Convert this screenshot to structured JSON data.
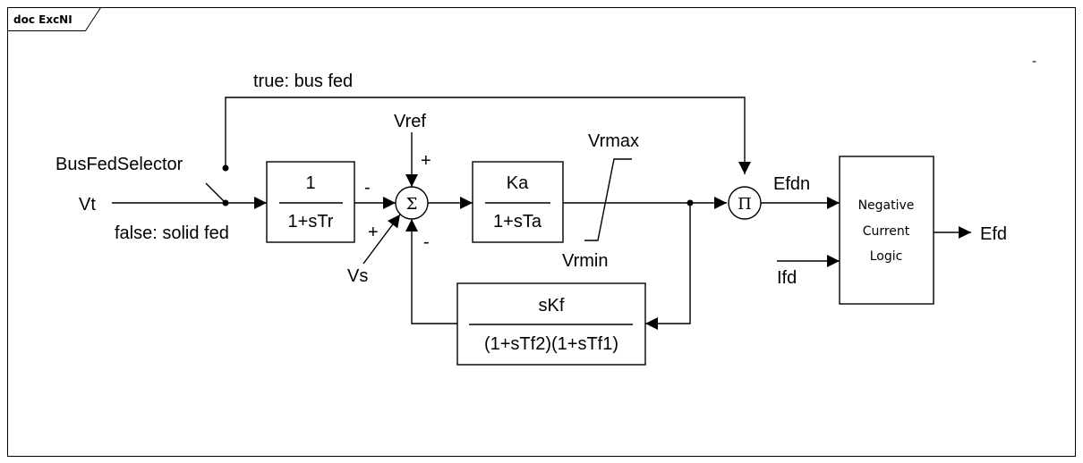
{
  "frame": {
    "title": "doc ExcNI"
  },
  "inputs": {
    "vt": "Vt",
    "vref": "Vref",
    "vs": "Vs",
    "ifd": "Ifd"
  },
  "selector": {
    "name": "BusFedSelector",
    "true_label": "true: bus fed",
    "false_label": "false: solid fed"
  },
  "blocks": {
    "tr": {
      "num": "1",
      "den": "1+sTr"
    },
    "ta": {
      "num": "Ka",
      "den": "1+sTa"
    },
    "tf": {
      "num": "sKf",
      "den": "(1+sTf2)(1+sTf1)"
    },
    "ncl": {
      "line1": "Negative",
      "line2": "Current",
      "line3": "Logic"
    }
  },
  "junctions": {
    "sum": "Σ",
    "prod": "Π"
  },
  "signs": {
    "sum_left": "-",
    "sum_top": "+",
    "sum_lower_left": "+",
    "sum_bottom": "-"
  },
  "limits": {
    "max": "Vrmax",
    "min": "Vrmin"
  },
  "signals": {
    "efdn": "Efdn",
    "efd": "Efd"
  },
  "misc": {
    "corner_mark": "-"
  }
}
